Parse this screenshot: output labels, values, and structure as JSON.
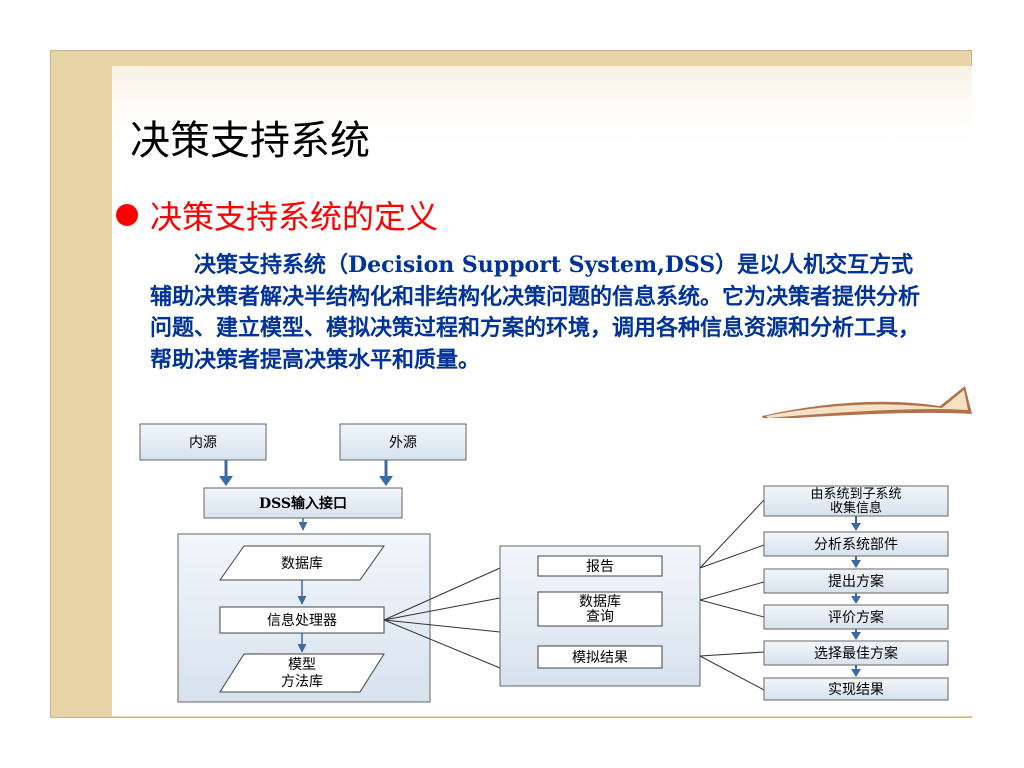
{
  "slide": {
    "title": "决策支持系统",
    "subtitle": "决策支持系统的定义",
    "paragraph": "　　决策支持系统（Decision Support System,DSS）是以人机交互方式辅助决策者解决半结构化和非结构化决策问题的信息系统。它为决策者提供分析问题、建立模型、模拟决策过程和方案的环境，调用各种信息资源和分析工具，帮助决策者提高决策水平和质量。",
    "accent_color": "#ff0000",
    "text_color": "#003399"
  },
  "diagram": {
    "sources": {
      "internal": "内源",
      "external": "外源"
    },
    "input_interface": "DSS输入接口",
    "core": {
      "database": "数据库",
      "processor": "信息处理器",
      "model_base_line1": "模型",
      "model_base_line2": "方法库"
    },
    "outputs": {
      "report": "报告",
      "db_query_line1": "数据库",
      "db_query_line2": "查询",
      "simulation": "模拟结果"
    },
    "steps": {
      "collect_line1": "由系统到子系统",
      "collect_line2": "收集信息",
      "analyze": "分析系统部件",
      "propose": "提出方案",
      "evaluate": "评价方案",
      "select": "选择最佳方案",
      "implement": "实现结果"
    }
  }
}
